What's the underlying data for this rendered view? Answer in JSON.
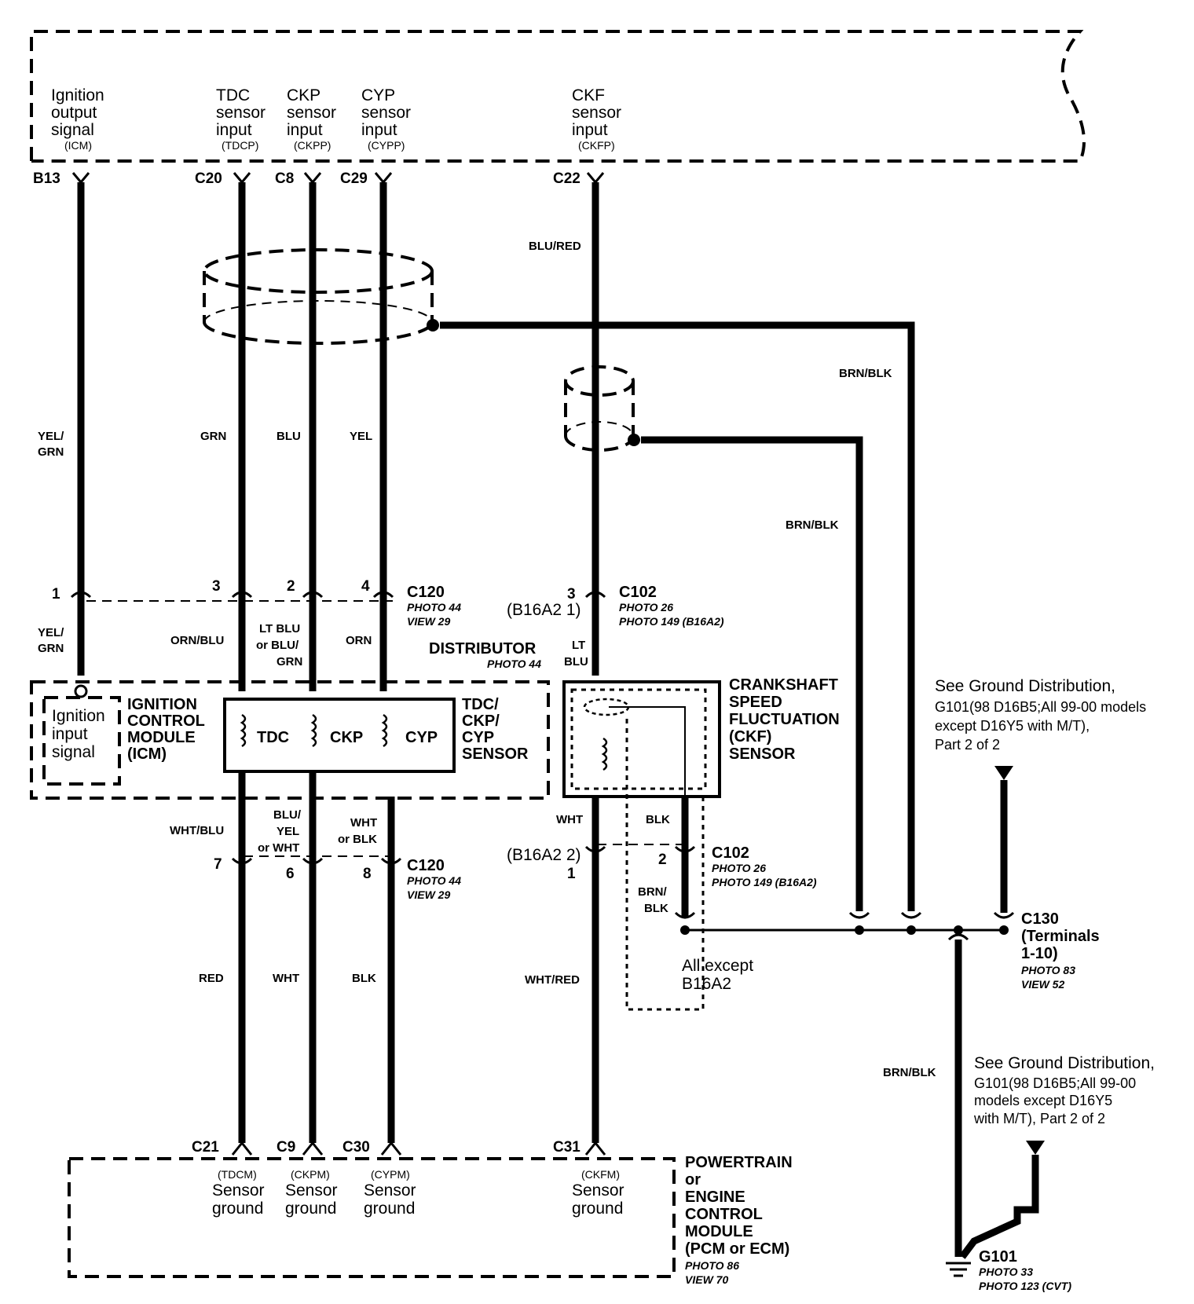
{
  "ecm_top": {
    "ignition_output": [
      "Ignition",
      "output",
      "signal"
    ],
    "ignition_output_code": "(ICM)",
    "tdc_input": [
      "TDC",
      "sensor",
      "input"
    ],
    "tdc_input_code": "(TDCP)",
    "ckp_input": [
      "CKP",
      "sensor",
      "input"
    ],
    "ckp_input_code": "(CKPP)",
    "cyp_input": [
      "CYP",
      "sensor",
      "input"
    ],
    "cyp_input_code": "(CYPP)",
    "ckf_input": [
      "CKF",
      "sensor",
      "input"
    ],
    "ckf_input_code": "(CKFP)"
  },
  "pins_top": {
    "b13": "B13",
    "c20": "C20",
    "c8": "C8",
    "c29": "C29",
    "c22": "C22"
  },
  "wire_colors": {
    "yel_grn_top": [
      "YEL/",
      "GRN"
    ],
    "grn": "GRN",
    "blu": "BLU",
    "yel": "YEL",
    "blu_red": "BLU/RED",
    "brn_blk_1": "BRN/BLK",
    "brn_blk_2": "BRN/BLK",
    "yel_grn_mid": [
      "YEL/",
      "GRN"
    ],
    "orn_blu": "ORN/BLU",
    "lt_blu": [
      "LT BLU",
      "or BLU/",
      "GRN"
    ],
    "orn": "ORN",
    "lt_blu_ckf": [
      "LT",
      "BLU"
    ],
    "wht_blu": "WHT/BLU",
    "blu_yel": [
      "BLU/",
      "YEL",
      "or WHT"
    ],
    "wht_blk": [
      "WHT",
      "or BLK"
    ],
    "wht": "WHT",
    "blk": "BLK",
    "brn_blk_3": [
      "BRN/",
      "BLK"
    ],
    "red": "RED",
    "wht_bottom": "WHT",
    "blk_bottom": "BLK",
    "wht_red": "WHT/RED",
    "brn_blk_4": "BRN/BLK"
  },
  "c120_top": {
    "pin1": "1",
    "pin3": "3",
    "pin2": "2",
    "pin4": "4",
    "name": "C120",
    "photo": "PHOTO 44",
    "view": "VIEW 29"
  },
  "c102_top": {
    "pin3": "3",
    "alt": "(B16A2 1)",
    "name": "C102",
    "photo": "PHOTO 26",
    "photo2": "PHOTO 149 (B16A2)"
  },
  "distributor": {
    "name": "DISTRIBUTOR",
    "photo": "PHOTO 44"
  },
  "icm": {
    "inner": [
      "Ignition",
      "input",
      "signal"
    ],
    "name": [
      "IGNITION",
      "CONTROL",
      "MODULE",
      "(ICM)"
    ]
  },
  "sensor": {
    "tdc": "TDC",
    "ckp": "CKP",
    "cyp": "CYP",
    "name": [
      "TDC/",
      "CKP/",
      "CYP",
      "SENSOR"
    ]
  },
  "ckf_sensor": {
    "name": [
      "CRANKSHAFT",
      "SPEED",
      "FLUCTUATION",
      "(CKF)",
      "SENSOR"
    ]
  },
  "c120_bottom": {
    "pin7": "7",
    "pin6": "6",
    "pin8": "8",
    "name": "C120",
    "photo": "PHOTO 44",
    "view": "VIEW 29"
  },
  "c102_bottom": {
    "alt": "(B16A2 2)",
    "pin1": "1",
    "pin2": "2",
    "name": "C102",
    "photo": "PHOTO 26",
    "photo2": "PHOTO 149 (B16A2)"
  },
  "all_except": [
    "All except",
    "B16A2"
  ],
  "ground_note_1": [
    "See Ground Distribution,",
    "G101(98 D16B5;All 99-00 models",
    "except D16Y5 with M/T),",
    "Part 2 of 2"
  ],
  "c130": {
    "name": [
      "C130",
      "(Terminals",
      "1-10)"
    ],
    "photo": "PHOTO 83",
    "view": "VIEW 52"
  },
  "ground_note_2": [
    "See Ground Distribution,",
    "G101(98 D16B5;All 99-00",
    "models except D16Y5",
    "with M/T), Part 2 of 2"
  ],
  "pins_bottom": {
    "c21": "C21",
    "c9": "C9",
    "c30": "C30",
    "c31": "C31"
  },
  "ecm_bottom": {
    "tdcm": "(TDCM)",
    "ckpm": "(CKPM)",
    "cypm": "(CYPM)",
    "ckfm": "(CKFM)",
    "sensor_ground": [
      "Sensor",
      "ground"
    ]
  },
  "pcm": {
    "name": [
      "POWERTRAIN",
      "or",
      "ENGINE",
      "CONTROL",
      "MODULE",
      "(PCM or ECM)"
    ],
    "photo": "PHOTO 86",
    "view": "VIEW 70"
  },
  "g101": {
    "name": "G101",
    "photo": "PHOTO 33",
    "photo2": "PHOTO 123 (CVT)"
  }
}
